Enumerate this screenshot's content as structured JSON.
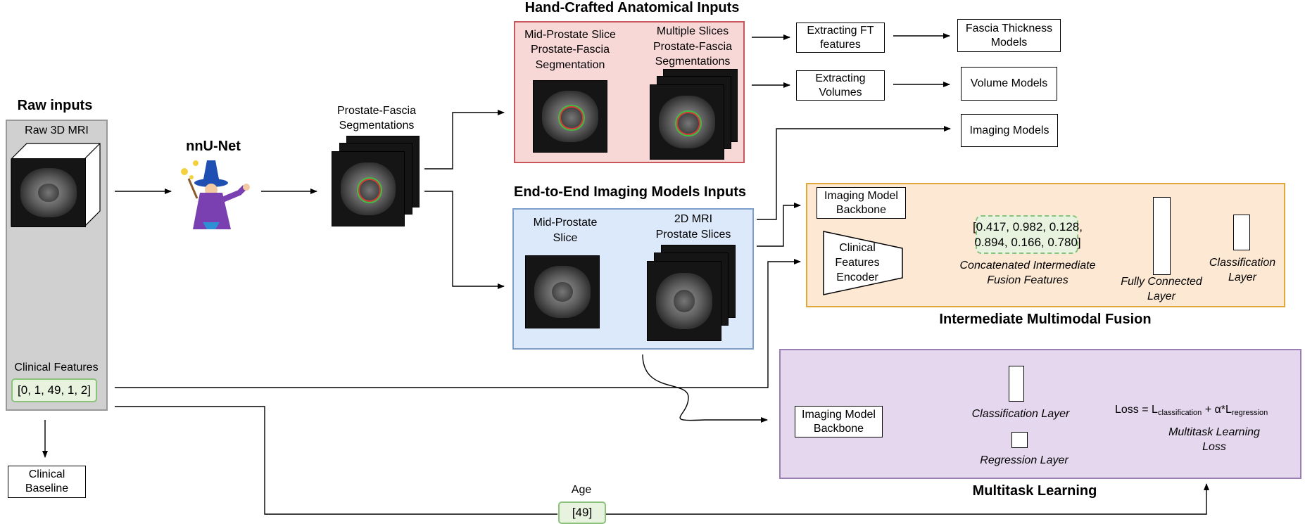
{
  "raw_inputs": {
    "title": "Raw inputs",
    "mri_label": "Raw 3D MRI",
    "clinical_label": "Clinical Features",
    "clinical_values": "[0, 1, 49, 1, 2]"
  },
  "clinical_baseline": {
    "line1": "Clinical",
    "line2": "Baseline"
  },
  "nnunet": {
    "title": "nnU-Net"
  },
  "segmentations": {
    "line1": "Prostate-Fascia",
    "line2": "Segmentations"
  },
  "handcrafted": {
    "title": "Hand-Crafted Anatomical Inputs",
    "mid_line1": "Mid-Prostate Slice",
    "mid_line2": "Prostate-Fascia",
    "mid_line3": "Segmentation",
    "multi_line1": "Multiple Slices",
    "multi_line2": "Prostate-Fascia",
    "multi_line3": "Segmentations"
  },
  "end_to_end": {
    "title": "End-to-End Imaging Models Inputs",
    "mid_line1": "Mid-Prostate",
    "mid_line2": "Slice",
    "slices_line1": "2D MRI",
    "slices_line2": "Prostate Slices"
  },
  "extract_ft": {
    "line1": "Extracting FT",
    "line2": "features"
  },
  "extract_vol": {
    "line1": "Extracting",
    "line2": "Volumes"
  },
  "fascia_models": {
    "line1": "Fascia Thickness",
    "line2": "Models"
  },
  "volume_models": {
    "label": "Volume Models"
  },
  "imaging_models": {
    "label": "Imaging Models"
  },
  "fusion": {
    "title": "Intermediate Multimodal Fusion",
    "backbone_line1": "Imaging Model",
    "backbone_line2": "Backbone",
    "encoder_line1": "Clinical",
    "encoder_line2": "Features",
    "encoder_line3": "Encoder",
    "features_line1": "[0.417, 0.982, 0.128,",
    "features_line2": "0.894, 0.166, 0.780]",
    "concat_line1": "Concatenated Intermediate",
    "concat_line2": "Fusion Features",
    "fc_line1": "Fully Connected",
    "fc_line2": "Layer",
    "cls_line1": "Classification",
    "cls_line2": "Layer"
  },
  "multitask": {
    "title": "Multitask Learning",
    "backbone_line1": "Imaging Model",
    "backbone_line2": "Backbone",
    "cls_label": "Classification Layer",
    "reg_label": "Regression Layer",
    "loss_prefix": "Loss = L",
    "loss_sub1": "classification",
    "loss_mid": " + α*L",
    "loss_sub2": "regression",
    "loss_caption_line1": "Multitask Learning",
    "loss_caption_line2": "Loss"
  },
  "age": {
    "label": "Age",
    "value": "[49]"
  },
  "colors": {
    "handcrafted_fill": "#f8d7d7",
    "handcrafted_border": "#c9565a",
    "e2e_fill": "#dce9fb",
    "e2e_border": "#7d9fc9",
    "fusion_fill": "#fde9d3",
    "fusion_border": "#e0a83a",
    "multitask_fill": "#e4d7ee",
    "multitask_border": "#9a7fb5",
    "raw_fill": "#d0d0d0",
    "pill_fill": "#e7f3df",
    "pill_border": "#8bc17b"
  }
}
